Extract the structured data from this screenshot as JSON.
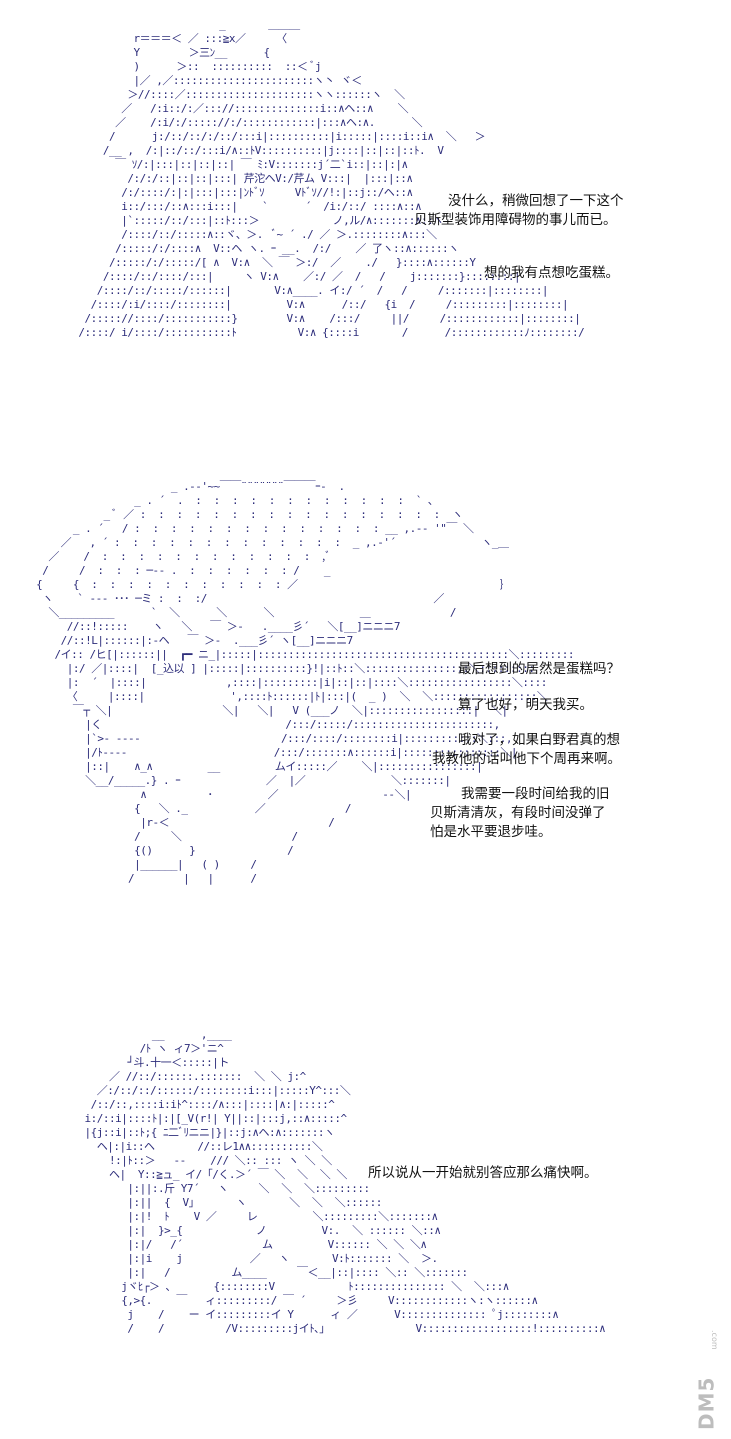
{
  "panels": [
    {
      "lines": [
        "没什么，稍微回想了一下这个",
        "贝斯型装饰用障碍物的事儿而已。",
        "想的我有点想吃蛋糕。"
      ]
    },
    {
      "lines": [
        "最后想到的居然是蛋糕吗？",
        "算了也好，明天我买。",
        "哦对了，如果白野君真的想",
        "我教他的话叫他下个周再来啊。",
        "我需要一段时间给我的旧",
        "贝斯清清灰，有段时间没弹了",
        "怕是水平要退步哇。"
      ]
    },
    {
      "lines": [
        "所以说从一开始就别答应那么痛快啊。"
      ]
    }
  ],
  "watermark": {
    "text": "DM5",
    "sub": ".com"
  },
  "colors": {
    "art": "#2c2c7a",
    "text": "#111111",
    "watermark": "#bdbdbd"
  }
}
